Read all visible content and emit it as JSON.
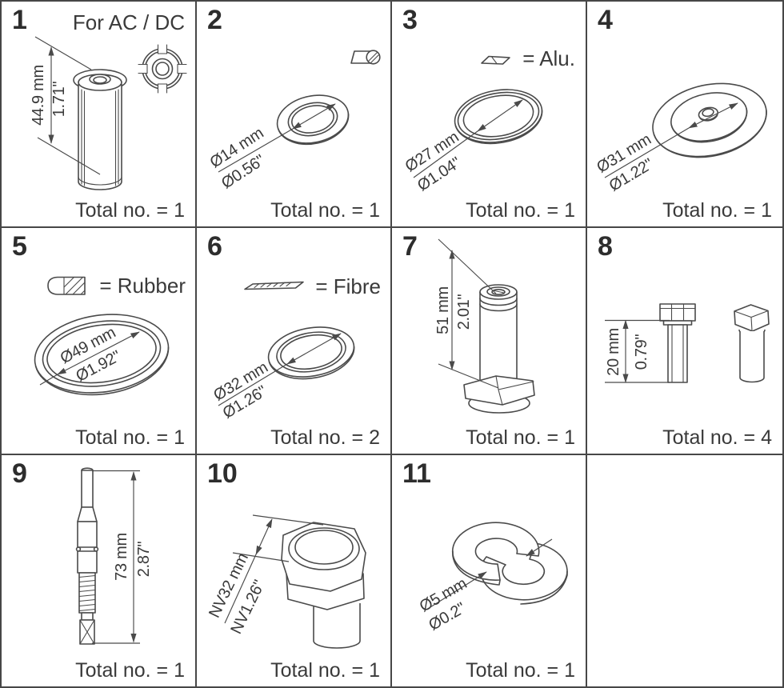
{
  "colors": {
    "line": "#4a4a4a",
    "text": "#3a3a3a",
    "border": "#474747",
    "background": "#ffffff"
  },
  "panels": [
    {
      "number": "1",
      "header": "For AC / DC",
      "dim_mm": "44.9 mm",
      "dim_in": "1.71\"",
      "total": "Total no. = 1",
      "icon": "armature-top-view"
    },
    {
      "number": "2",
      "dim_mm": "Ø14 mm",
      "dim_in": "Ø0.56\"",
      "total": "Total no. = 1",
      "icon": "washer-cross-section"
    },
    {
      "number": "3",
      "header": "= Alu.",
      "dim_mm": "Ø27 mm",
      "dim_in": "Ø1.04\"",
      "total": "Total no. = 1",
      "icon": "aluminium-gasket-section"
    },
    {
      "number": "4",
      "dim_mm": "Ø31 mm",
      "dim_in": "Ø1.22\"",
      "total": "Total no. = 1"
    },
    {
      "number": "5",
      "header": "= Rubber",
      "dim_mm": "Ø49 mm",
      "dim_in": "Ø1.92\"",
      "total": "Total no. = 1",
      "icon": "rubber-cross-section"
    },
    {
      "number": "6",
      "header": "= Fibre",
      "dim_mm": "Ø32 mm",
      "dim_in": "Ø1.26\"",
      "total": "Total no. = 2",
      "icon": "fibre-gasket-section"
    },
    {
      "number": "7",
      "dim_mm": "51 mm",
      "dim_in": "2.01\"",
      "total": "Total no. = 1"
    },
    {
      "number": "8",
      "dim_mm": "20 mm",
      "dim_in": "0.79\"",
      "total": "Total no. = 4"
    },
    {
      "number": "9",
      "dim_mm": "73 mm",
      "dim_in": "2.87\"",
      "total": "Total no. = 1"
    },
    {
      "number": "10",
      "dim_mm": "NV32 mm",
      "dim_in": "NV1.26\"",
      "total": "Total no. = 1"
    },
    {
      "number": "11",
      "dim_mm": "Ø5 mm",
      "dim_in": "Ø0.2\"",
      "total": "Total no. = 1"
    }
  ]
}
